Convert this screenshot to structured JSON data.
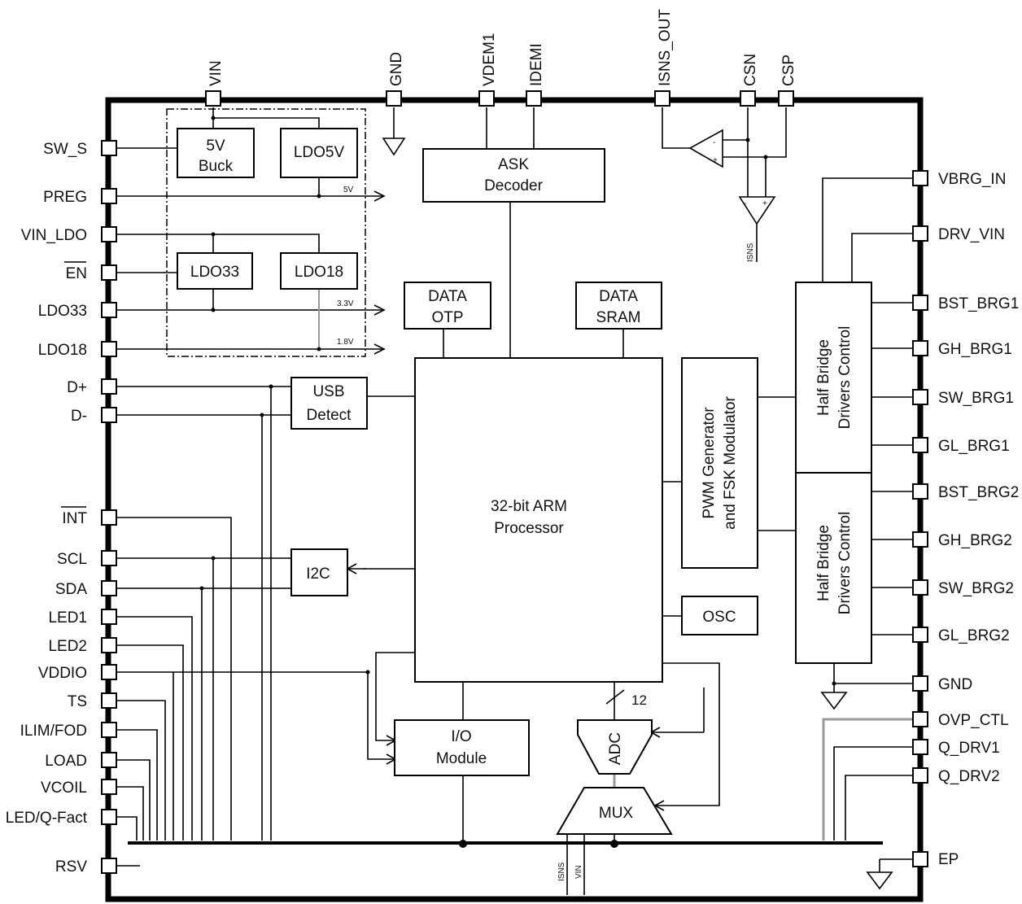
{
  "pins": {
    "top": {
      "vin": "VIN",
      "gnd": "GND",
      "vdem1": "VDEM1",
      "idem1": "IDEMI",
      "isns_out": "ISNS_OUT",
      "csn": "CSN",
      "csp": "CSP"
    },
    "left": {
      "sw_s": "SW_S",
      "preg": "PREG",
      "vin_ldo": "VIN_LDO",
      "en": "EN",
      "ldo33": "LDO33",
      "ldo18": "LDO18",
      "dplus": "D+",
      "dminus": "D-",
      "int": "INT",
      "scl": "SCL",
      "sda": "SDA",
      "led1": "LED1",
      "led2": "LED2",
      "vddio": "VDDIO",
      "ts": "TS",
      "ilim": "ILIM/FOD",
      "load": "LOAD",
      "vcoil": "VCOIL",
      "ledq": "LED/Q-Fact",
      "rsv": "RSV"
    },
    "right": {
      "vbrg_in": "VBRG_IN",
      "drv_vin": "DRV_VIN",
      "bst_brg1": "BST_BRG1",
      "gh_brg1": "GH_BRG1",
      "sw_brg1": "SW_BRG1",
      "gl_brg1": "GL_BRG1",
      "bst_brg2": "BST_BRG2",
      "gh_brg2": "GH_BRG2",
      "sw_brg2": "SW_BRG2",
      "gl_brg2": "GL_BRG2",
      "gnd": "GND",
      "ovp_ctl": "OVP_CTL",
      "q_drv1": "Q_DRV1",
      "q_drv2": "Q_DRV2",
      "ep": "EP"
    }
  },
  "blocks": {
    "buck_l1": "5V",
    "buck_l2": "Buck",
    "ldo5v": "LDO5V",
    "ldo33": "LDO33",
    "ldo18": "LDO18",
    "ask_l1": "ASK",
    "ask_l2": "Decoder",
    "otp_l1": "DATA",
    "otp_l2": "OTP",
    "sram_l1": "DATA",
    "sram_l2": "SRAM",
    "usb_l1": "USB",
    "usb_l2": "Detect",
    "arm_l1": "32-bit ARM",
    "arm_l2": "Processor",
    "i2c": "I2C",
    "io_l1": "I/O",
    "io_l2": "Module",
    "pwm_l1": "PWM Generator",
    "pwm_l2": "and FSK Modulator",
    "hb_l1": "Half Bridge",
    "hb_l2": "Drivers Control",
    "osc": "OSC",
    "adc": "ADC",
    "mux": "MUX"
  },
  "labels": {
    "v5": "5V",
    "v33": "3.3V",
    "v18": "1.8V",
    "bus12": "12",
    "isns": "ISNS",
    "isns_mux": "ISNS",
    "vin_mux": "VIN"
  }
}
